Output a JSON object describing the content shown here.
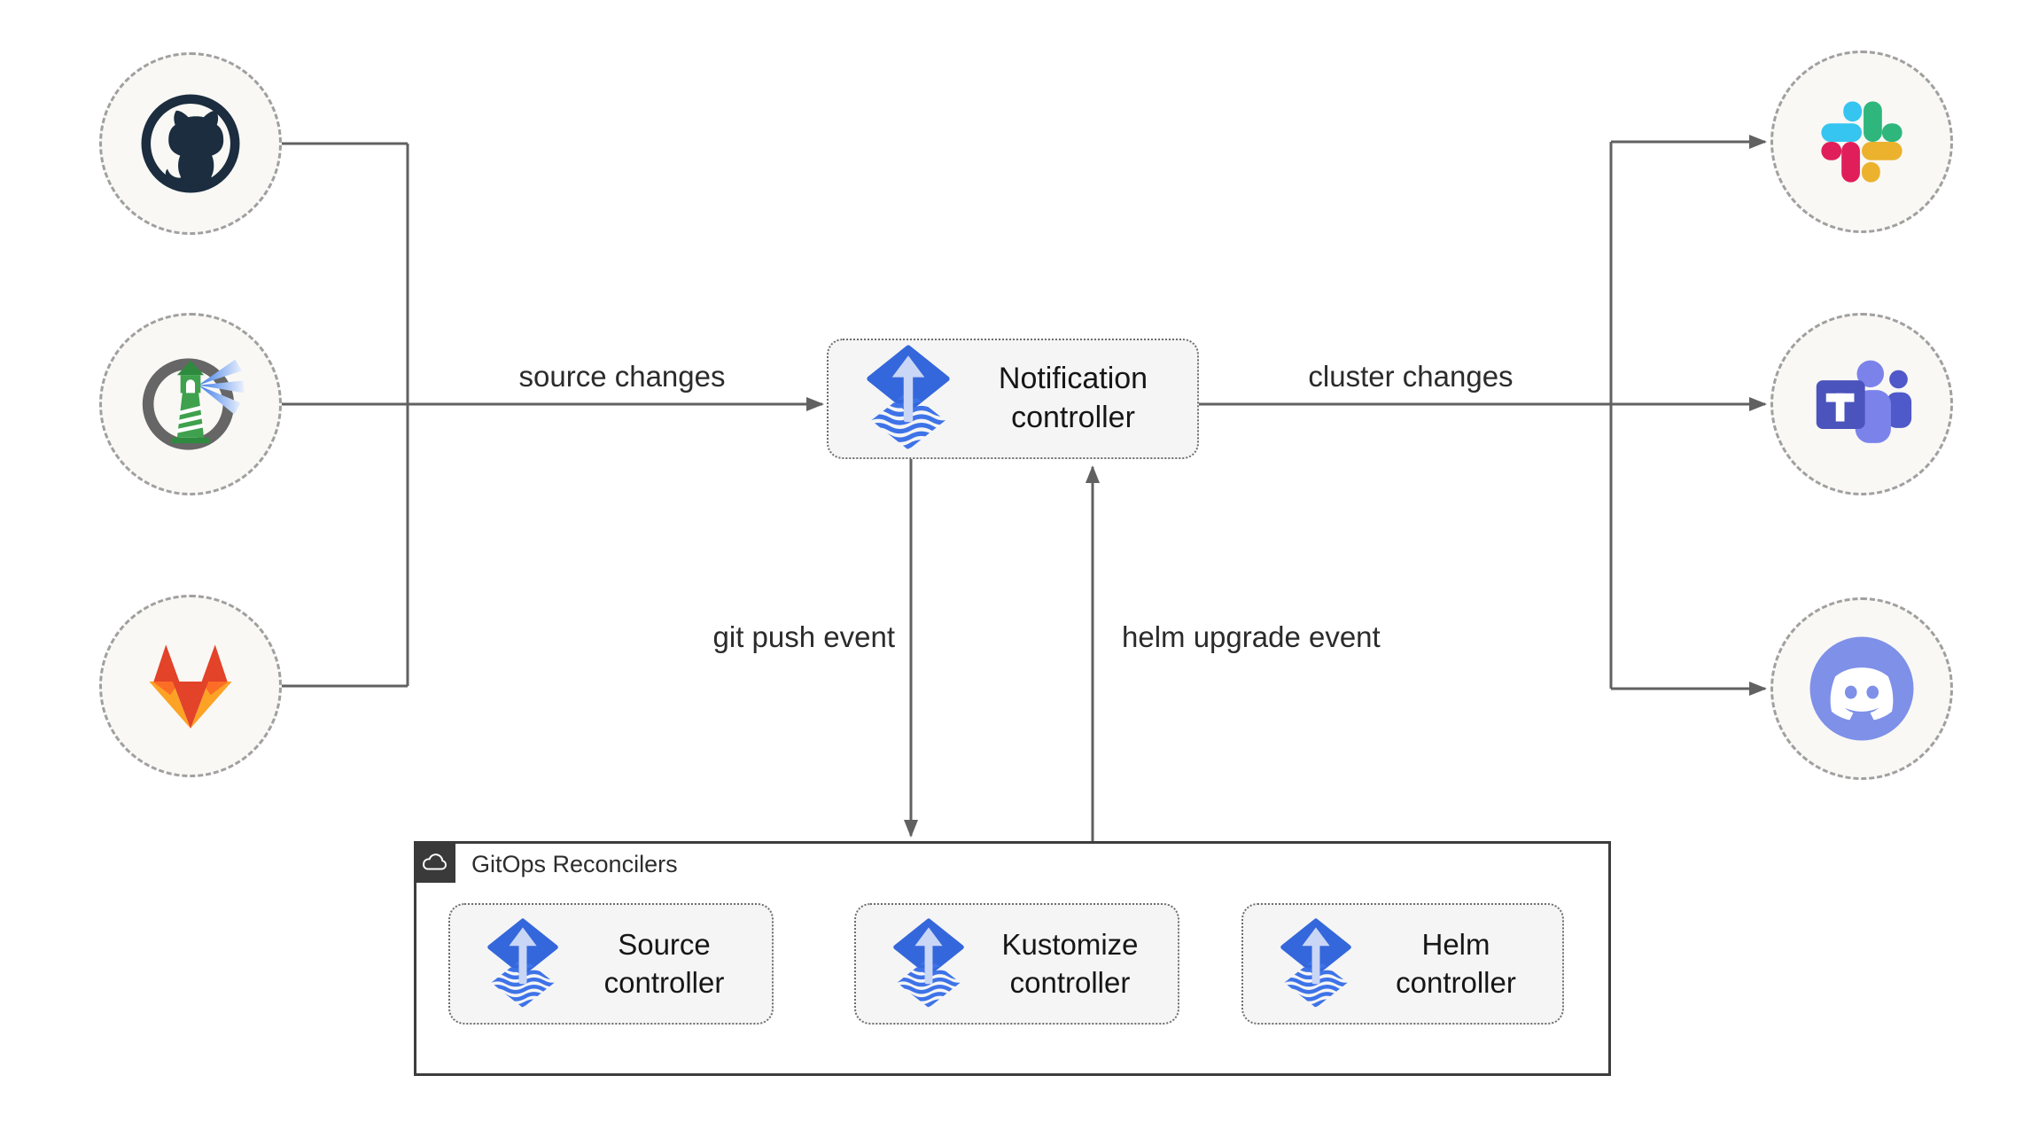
{
  "diagram_type": "flux-notification-architecture",
  "nodes": {
    "notification_controller": {
      "label": "Notification controller",
      "icon": "flux-icon"
    },
    "source_controller": {
      "label": "Source controller",
      "icon": "flux-icon"
    },
    "kustomize_controller": {
      "label": "Kustomize controller",
      "icon": "flux-icon"
    },
    "helm_controller": {
      "label": "Helm controller",
      "icon": "flux-icon"
    }
  },
  "group": {
    "label": "GitOps Reconcilers",
    "icon": "cloud-icon"
  },
  "edge_labels": {
    "source_changes": "source changes",
    "cluster_changes": "cluster changes",
    "git_push_event": "git push event",
    "helm_upgrade_event": "helm upgrade event"
  },
  "sources": [
    {
      "icon": "github-icon"
    },
    {
      "icon": "harbor-icon"
    },
    {
      "icon": "gitlab-icon"
    }
  ],
  "targets": [
    {
      "icon": "slack-icon"
    },
    {
      "icon": "microsoft-teams-icon"
    },
    {
      "icon": "discord-icon"
    }
  ],
  "colors": {
    "connector_gray": "#616161",
    "node_fill": "#f5f5f5",
    "circle_fill": "#f9f8f5",
    "flux_blue": "#3467DB",
    "flux_arrow_light": "#C9D6F5",
    "github_navy": "#1b2d3f",
    "harbor_green": "#3fa14d",
    "gitlab_red": "#e24329",
    "gitlab_orange": "#fc6d26",
    "gitlab_yellow": "#fca326",
    "slack_blue": "#36C5F0",
    "slack_green": "#2EB67D",
    "slack_yellow": "#ECB22E",
    "slack_red": "#E01E5A",
    "teams_purple": "#4B53BC",
    "teams_light": "#7B83EB",
    "teams_mid": "#5059C9",
    "discord_blurple": "#7E90E8"
  }
}
